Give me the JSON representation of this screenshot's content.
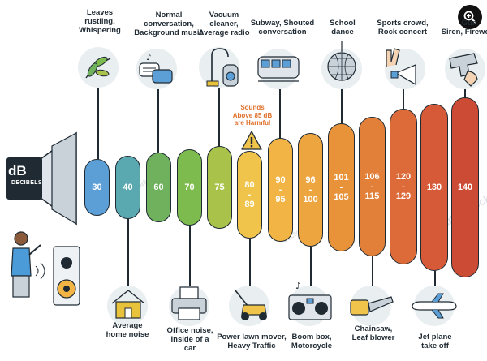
{
  "speaker": {
    "unit": "dB",
    "label": "DECIBELS"
  },
  "warning": {
    "text": "Sounds\nAbove 85 dB\nare Harmful",
    "color": "#e0702a"
  },
  "colors": {
    "outline": "#1f2a33",
    "icon_bg": "#e9eef1",
    "accent": "#e0702a"
  },
  "levels": [
    {
      "top": "30",
      "bottom": "",
      "color": "#5b9fd6"
    },
    {
      "top": "40",
      "bottom": "",
      "color": "#5aa8b0"
    },
    {
      "top": "60",
      "bottom": "",
      "color": "#6fb15c"
    },
    {
      "top": "70",
      "bottom": "",
      "color": "#7dbb4f"
    },
    {
      "top": "75",
      "bottom": "",
      "color": "#a9c34a"
    },
    {
      "top": "80",
      "bottom": "89",
      "color": "#f0c44a"
    },
    {
      "top": "90",
      "bottom": "95",
      "color": "#f2b444"
    },
    {
      "top": "96",
      "bottom": "100",
      "color": "#eda53f"
    },
    {
      "top": "101",
      "bottom": "105",
      "color": "#e8923a"
    },
    {
      "top": "106",
      "bottom": "115",
      "color": "#e2803a"
    },
    {
      "top": "120",
      "bottom": "129",
      "color": "#dd6b3a"
    },
    {
      "top": "130",
      "bottom": "",
      "color": "#d65a38"
    },
    {
      "top": "140",
      "bottom": "",
      "color": "#cc4b34"
    }
  ],
  "top_captions": [
    {
      "text": "Leaves\nrustling,\nWhispering",
      "icon": "leaves-icon"
    },
    {
      "text": "Normal\nconversation,\nBackground music",
      "icon": "conversation-icon"
    },
    {
      "text": "Vacuum\ncleaner,\nAverage radio",
      "icon": "vacuum-icon"
    },
    {
      "text": "Subway, Shouted\nconversation",
      "icon": "subway-icon"
    },
    {
      "text": "School\ndance",
      "icon": "disco-ball-icon"
    },
    {
      "text": "Sports crowd,\nRock concert",
      "icon": "megaphone-icon"
    },
    {
      "text": "Gun\nSiren, Firework",
      "icon": "gun-icon"
    }
  ],
  "bottom_captions": [
    {
      "text": "Average\nhome noise",
      "icon": "house-icon"
    },
    {
      "text": "Office noise,\nInside of a\ncar",
      "icon": "printer-icon"
    },
    {
      "text": "Power lawn mover,\nHeavy Traffic",
      "icon": "lawn-mower-icon"
    },
    {
      "text": "Boom box,\nMotorcycle",
      "icon": "boombox-icon"
    },
    {
      "text": "Chainsaw,\nLeaf blower",
      "icon": "chainsaw-icon"
    },
    {
      "text": "Jet plane\ntake off",
      "icon": "jet-plane-icon"
    }
  ],
  "watermarks": [
    "VectorMine",
    "shutterstock"
  ]
}
